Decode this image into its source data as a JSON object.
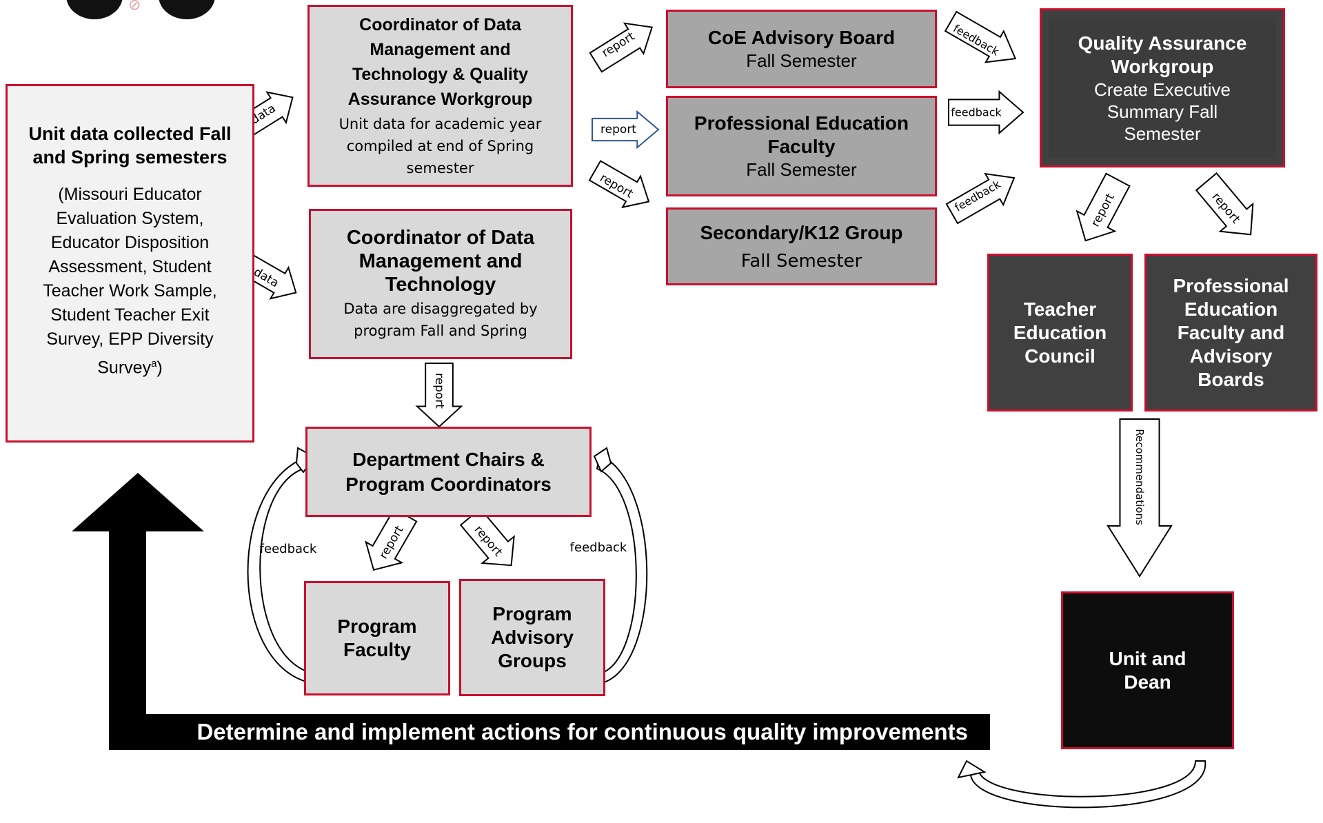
{
  "boxes": {
    "unit_data": {
      "title": "Unit data collected Fall and Spring semesters",
      "body": "(Missouri Educator Evaluation System, Educator Disposition Assessment, Student Teacher Work Sample, Student Teacher Exit Survey, EPP Diversity Survey",
      "superscript": "a",
      "body_end": ")"
    },
    "coordinator_qa": {
      "title": "Coordinator of Data Management and Technology & Quality Assurance Workgroup",
      "body": "Unit data for academic year compiled at end of Spring semester"
    },
    "coordinator": {
      "title": "Coordinator of Data Management and Technology",
      "body": "Data are disaggregated by program Fall and Spring"
    },
    "coe_board": {
      "title": "CoE Advisory Board",
      "body": "Fall Semester"
    },
    "pe_faculty": {
      "title": "Professional Education Faculty",
      "body": "Fall Semester"
    },
    "secondary": {
      "title": "Secondary/K12 Group",
      "body": "Fall Semester"
    },
    "qa_workgroup": {
      "title": "Quality Assurance Workgroup",
      "body": "Create Executive Summary Fall Semester"
    },
    "tec": {
      "title": "Teacher Education Council"
    },
    "pe_boards": {
      "title": "Professional Education Faculty and Advisory Boards"
    },
    "chairs": {
      "title": "Department Chairs & Program Coordinators"
    },
    "prog_faculty": {
      "title": "Program Faculty"
    },
    "prog_advisory": {
      "title": "Program Advisory Groups"
    },
    "unit_dean": {
      "title": "Unit and Dean"
    }
  },
  "banner": "Determine and implement actions for continuous quality improvements",
  "arrow_labels": {
    "data_top": "data",
    "data_bottom": "data",
    "report_coe": "report",
    "report_pef": "report",
    "report_sec": "report",
    "feedback_coe": "feedback",
    "feedback_pef": "feedback",
    "feedback_sec": "feedback",
    "report_coord_down": "report",
    "report_tec": "report",
    "report_peb": "report",
    "recommendations": "Recommendations",
    "report_pf": "report",
    "report_pa": "report",
    "feedback_left": "feedback",
    "feedback_right": "feedback"
  },
  "colors": {
    "border_red": "#c8102e",
    "light_gray": "#d9d9d9",
    "mid_gray": "#a6a6a6",
    "dark_gray": "#404040",
    "arrow_blue": "#2f5597"
  }
}
